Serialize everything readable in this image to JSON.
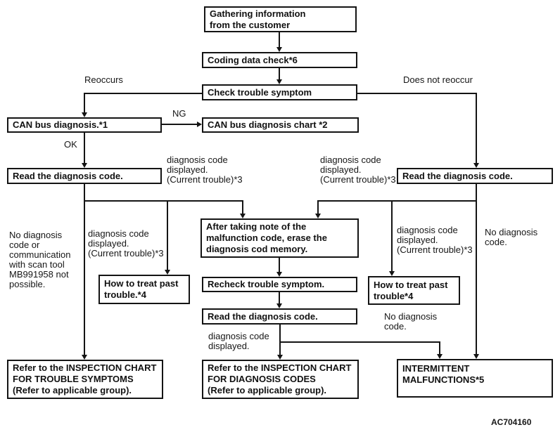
{
  "figure": {
    "caption_code": "AC704160"
  },
  "nodes": {
    "gathering": "Gathering information\nfrom the customer",
    "coding_check": "Coding data check*6",
    "check_symptom": "Check trouble symptom",
    "can_diagnosis": "CAN bus diagnosis.*1",
    "can_chart": "CAN bus diagnosis chart *2",
    "read_code_left": "Read the diagnosis code.",
    "read_code_right": "Read the diagnosis code.",
    "erase_memory": "After taking note of the\nmalfunction code, erase the\ndiagnosis cod memory.",
    "recheck_symptom": "Recheck trouble symptom.",
    "read_code_middle": "Read the diagnosis code.",
    "treat_past_left": "How to treat past\ntrouble.*4",
    "treat_past_right": "How to treat past\ntrouble*4",
    "refer_trouble_symptoms": "Refer to the INSPECTION CHART\nFOR TROUBLE SYMPTOMS\n(Refer to applicable group).",
    "refer_diagnosis_codes": "Refer to the INSPECTION CHART\nFOR DIAGNOSIS CODES\n(Refer to applicable group).",
    "intermittent": "INTERMITTENT MALFUNCTIONS*5"
  },
  "edge_labels": {
    "reoccurs": "Reoccurs",
    "does_not_reoccur": "Does not reoccur",
    "ng": "NG",
    "ok": "OK",
    "diag_code_current_top_left": "diagnosis code\ndisplayed.\n(Current trouble)*3",
    "diag_code_current_top_right": "diagnosis code\ndisplayed.\n(Current trouble)*3",
    "no_diag_or_communication": "No diagnosis\ncode or\ncommunication\nwith scan tool\nMB991958 not\npossible.",
    "diag_code_current_mid_left": "diagnosis code\ndisplayed.\n(Current trouble)*3",
    "diag_code_current_mid_right": "diagnosis code\ndisplayed.\n(Current trouble)*3",
    "no_diag_code_right": "No diagnosis\ncode.",
    "no_diag_code_middle": "No diagnosis\ncode.",
    "diag_code_displayed_bottom": "diagnosis code\ndisplayed."
  }
}
